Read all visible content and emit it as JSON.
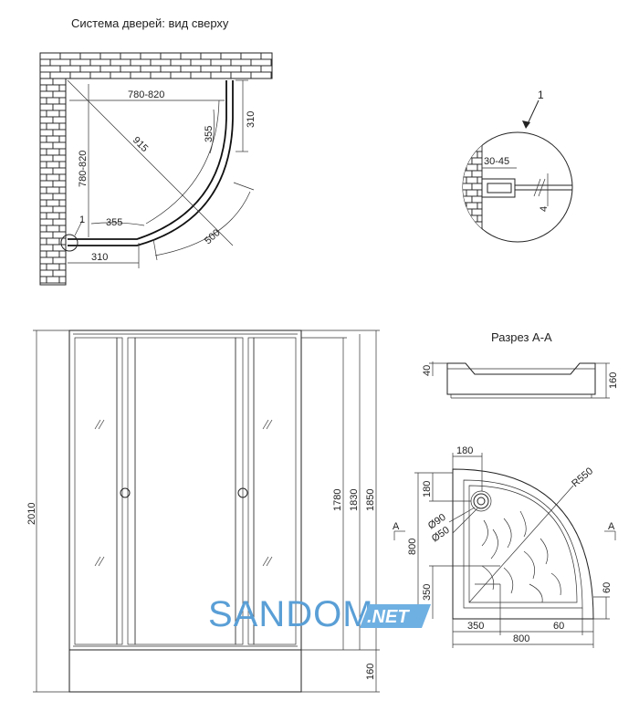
{
  "top_view": {
    "title": "Система дверей: вид сверху",
    "dim_width": "780-820",
    "dim_height": "780-820",
    "dim_diagonal": "915",
    "dim_side_top": "310",
    "dim_side_bottom": "310",
    "dim_curve_top": "355",
    "dim_curve_left": "355",
    "dim_arc": "500",
    "callout": "1"
  },
  "detail": {
    "callout": "1",
    "dim_gap": "30-45",
    "dim_thickness": "4"
  },
  "front_view": {
    "dim_total": "2010",
    "dim_h1": "1780",
    "dim_h2": "1830",
    "dim_h3": "1850",
    "dim_base": "160"
  },
  "section": {
    "title": "Разрез А-А",
    "dim_rim": "40",
    "dim_height": "160"
  },
  "tray_plan": {
    "dim_top_w": "180",
    "dim_top_h": "180",
    "dim_radius": "R550",
    "dim_drain1": "Ø90",
    "dim_drain2": "Ø50",
    "dim_side": "800",
    "dim_bottom_left": "350",
    "dim_bottom_right": "60",
    "dim_bottom_total": "800",
    "dim_left_low": "350",
    "dim_right_low": "60",
    "section_mark_left": "A",
    "section_mark_right": "A"
  },
  "watermark": {
    "brand": "SANDOM",
    "suffix": ".NET"
  }
}
